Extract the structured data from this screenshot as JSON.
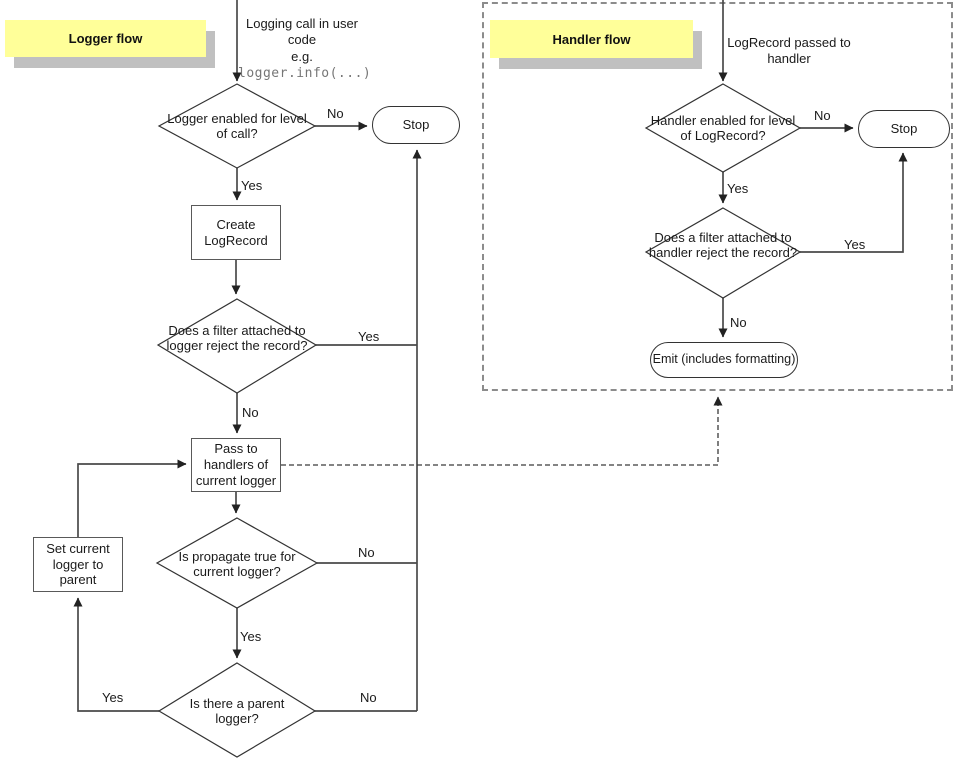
{
  "labels": {
    "yes": "Yes",
    "no": "No",
    "stop": "Stop"
  },
  "logger_flow": {
    "title": "Logger flow",
    "entry_text": "Logging call in user code",
    "entry_eg": "e.g.",
    "entry_code": "logger.info(...)",
    "decision_enabled": "Logger enabled for level of call?",
    "create_logrecord": "Create LogRecord",
    "decision_filter": "Does a filter attached to logger reject the record?",
    "pass_handlers": "Pass to handlers of current logger",
    "decision_propagate": "Is propagate true for current logger?",
    "decision_parent": "Is there a parent logger?",
    "set_current": "Set current logger to parent"
  },
  "handler_flow": {
    "title": "Handler flow",
    "entry_text": "LogRecord passed to handler",
    "decision_enabled": "Handler enabled for level of LogRecord?",
    "decision_filter": "Does a filter attached to handler reject the record?",
    "emit": "Emit (includes formatting)"
  },
  "colors": {
    "note_bg": "#ffff99",
    "note_shadow": "#c0c0c0",
    "line": "#4a4a4a",
    "border_dashed": "#8c8c8c",
    "code_text": "#767676"
  }
}
